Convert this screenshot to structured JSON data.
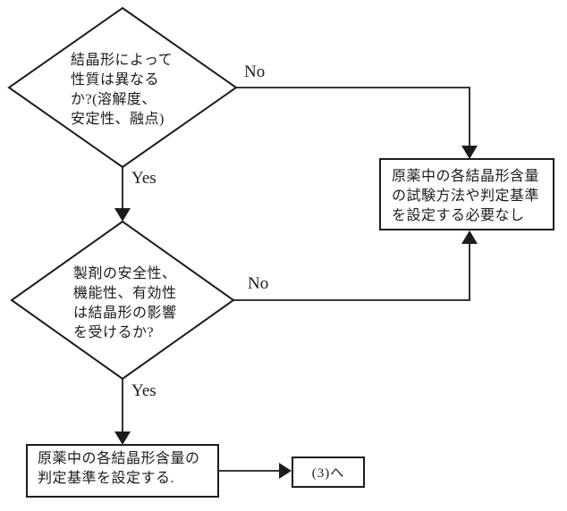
{
  "flowchart": {
    "colors": {
      "background": "#ffffff",
      "line": "#1c1c1c"
    },
    "decision1": {
      "text": "結晶形によって\n性質は異なる\nか?(溶解度、\n安定性、融点)"
    },
    "decision2": {
      "text": "製剤の安全性、\n機能性、有効性\nは結晶形の影響\nを受けるか?"
    },
    "box_no_need": {
      "text": "原薬中の各結晶形含量\nの試験方法や判定基準\nを設定する必要なし"
    },
    "box_set_criteria": {
      "text": "原薬中の各結晶形含量の\n判定基準を設定する."
    },
    "box_goto": {
      "text": "(3)へ"
    },
    "labels": {
      "no1": "No",
      "yes1": "Yes",
      "no2": "No",
      "yes2": "Yes"
    }
  }
}
